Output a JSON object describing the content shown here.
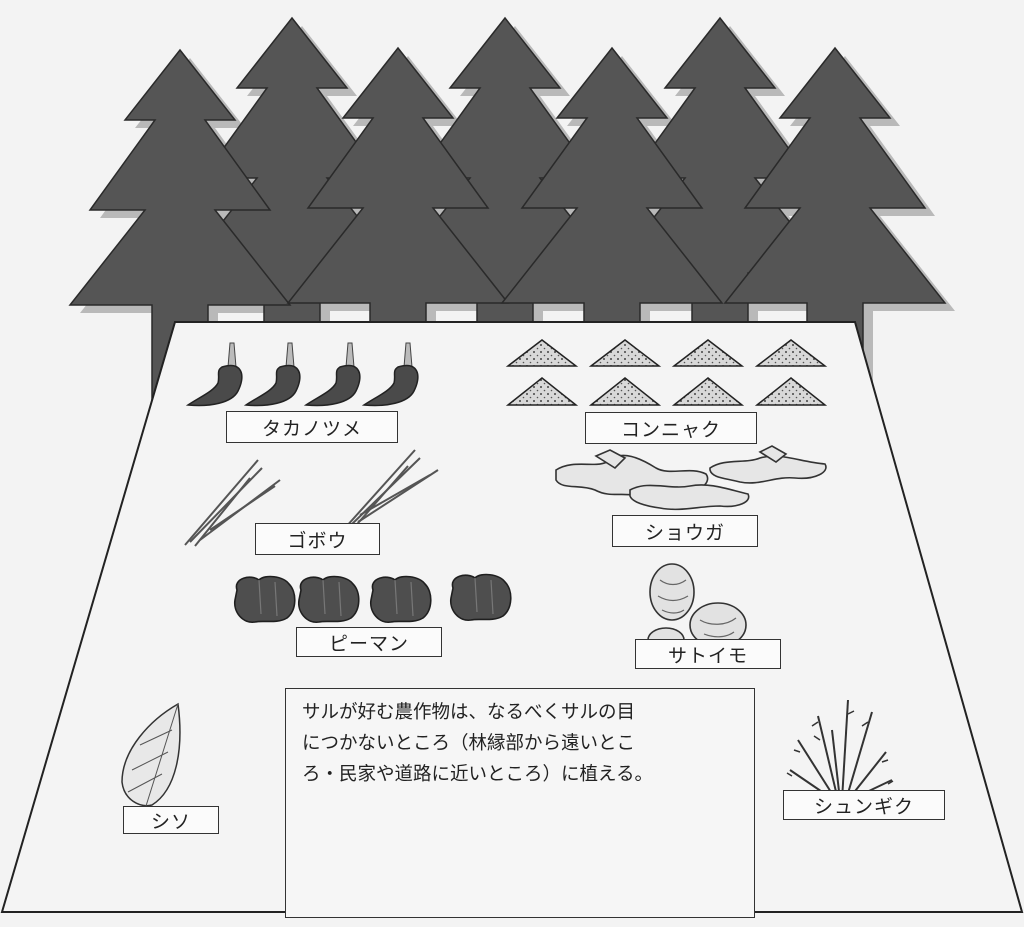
{
  "labels": {
    "takanotsume": "タカノツメ",
    "konnyaku": "コンニャク",
    "gobou": "ゴボウ",
    "shouga": "ショウガ",
    "piman": "ピーマン",
    "satoimo": "サトイモ",
    "shiso": "シソ",
    "shungiku": "シュンギク"
  },
  "note": {
    "text": "サルが好む農作物は、なるべくサルの目\nにつかないところ（林縁部から遠いとこ\nろ・民家や道路に近いところ）に植える。"
  }
}
